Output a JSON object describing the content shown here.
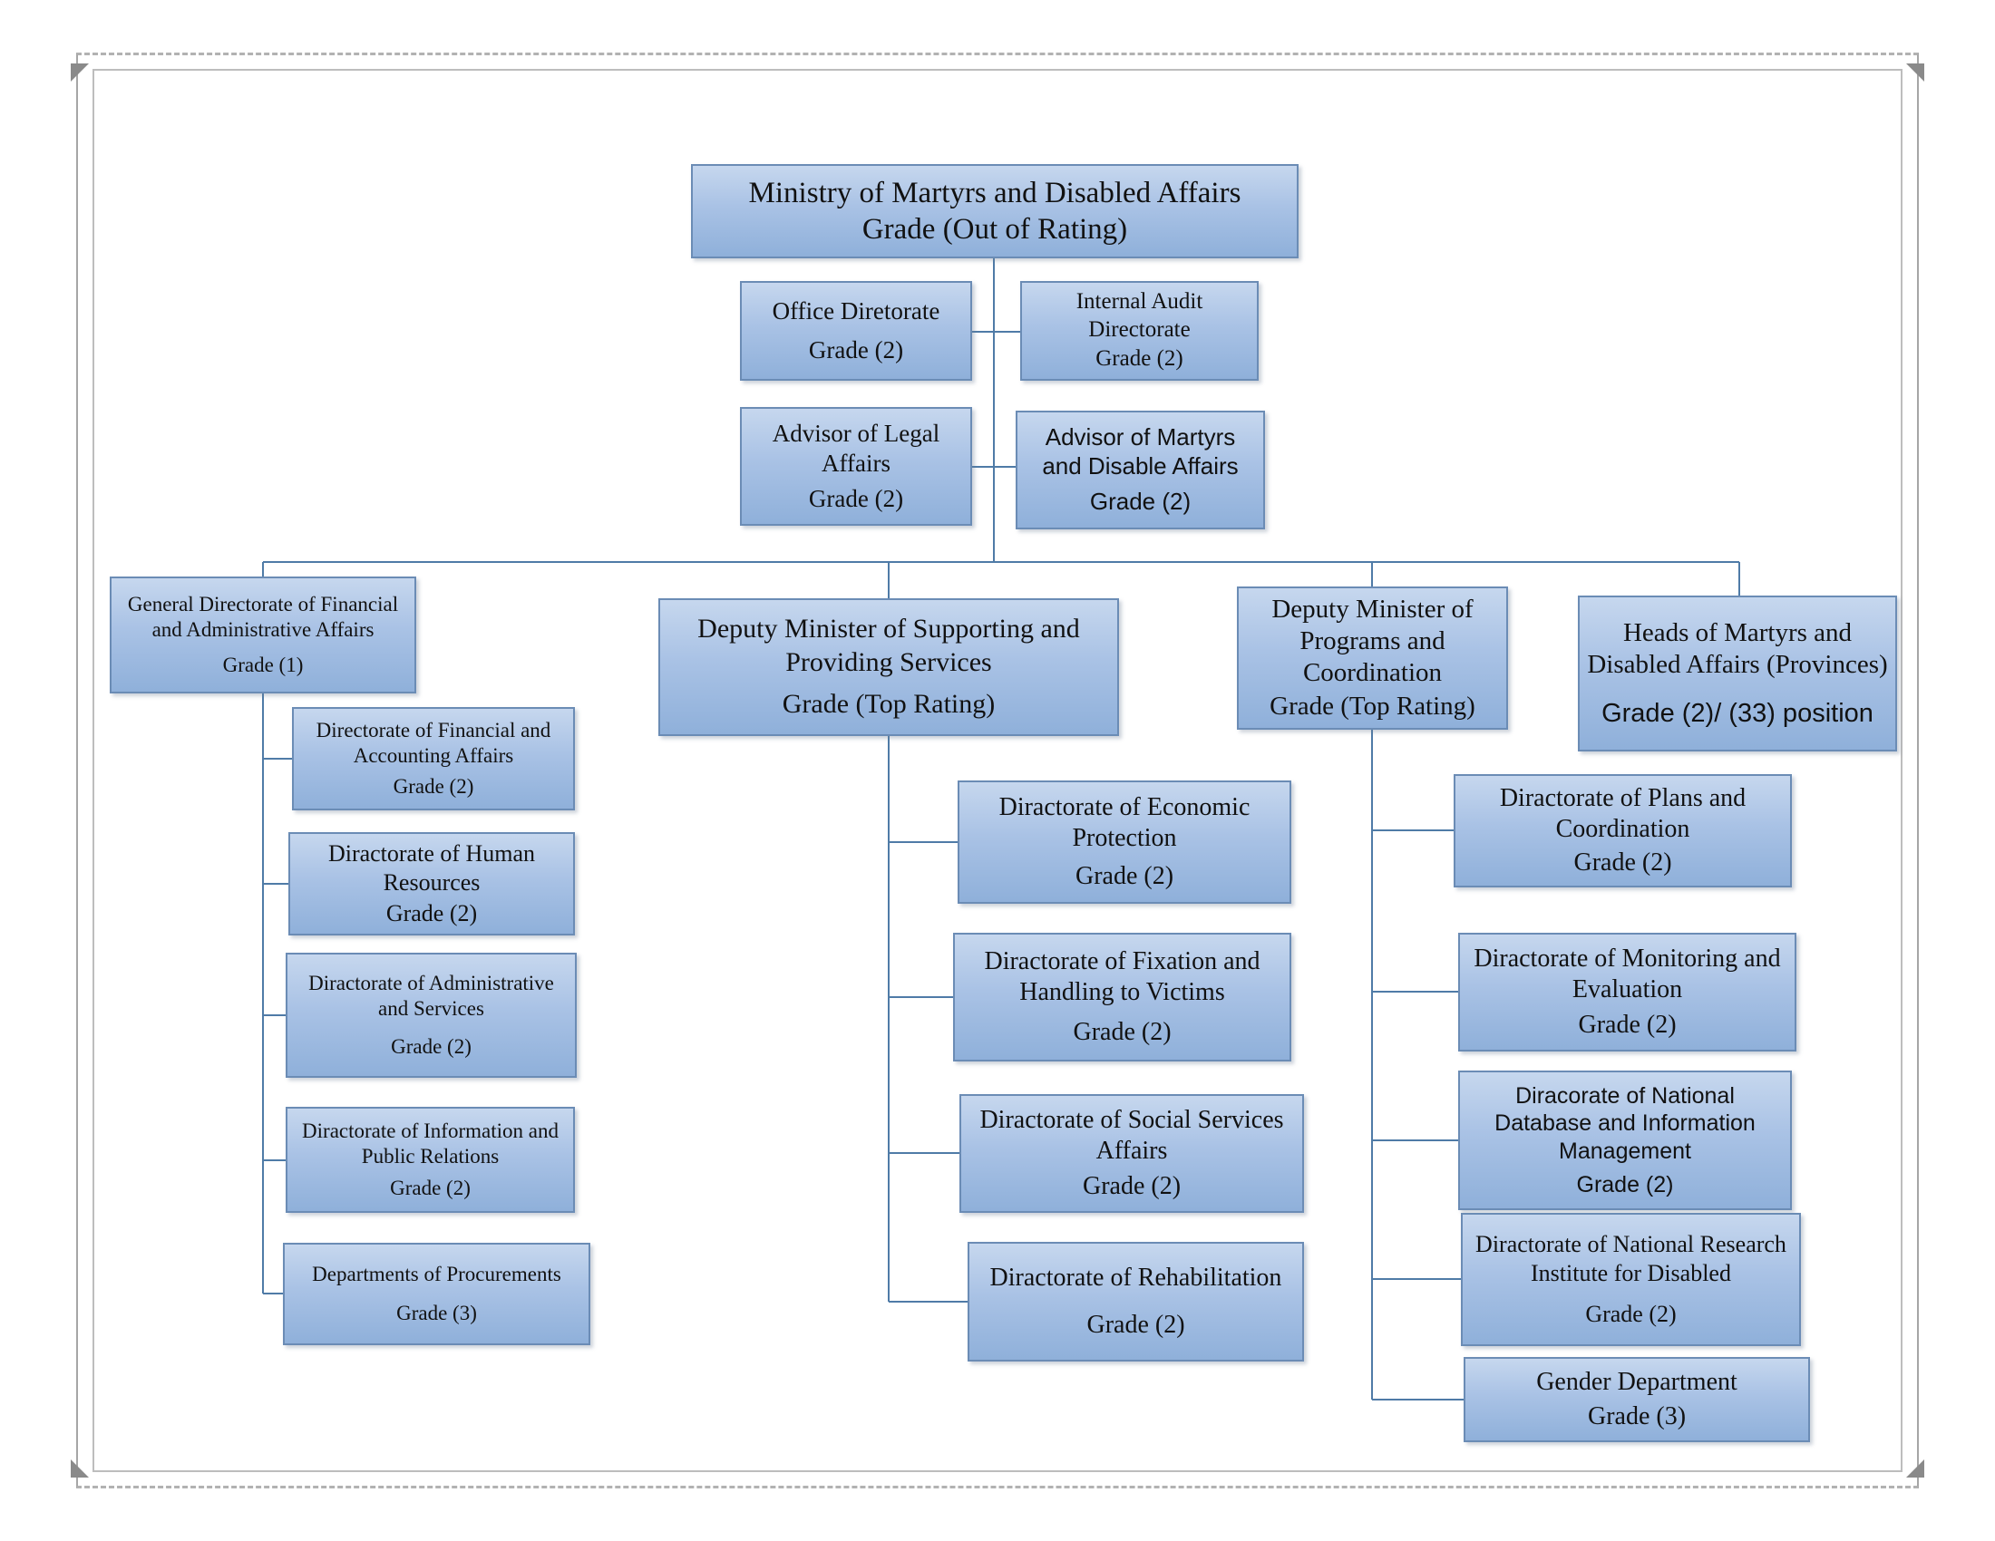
{
  "title": "Ministry of Martyrs and Disabled Affairs organizational chart",
  "colors": {
    "box_fill_top": "#c6d7ee",
    "box_fill_bottom": "#8fb0da",
    "box_border": "#6b8cb5",
    "connector_line": "#4f7ba7",
    "frame_gray": "#a6a6a6",
    "text": "#111111"
  },
  "nodes": {
    "ministry": {
      "name": "Ministry of Martyrs and Disabled Affairs",
      "grade": "Grade (Out of Rating)"
    },
    "office": {
      "name": "Office Diretorate",
      "grade": "Grade (2)"
    },
    "internal_audit": {
      "name": "Internal Audit Directorate",
      "grade": "Grade (2)"
    },
    "advisor_legal": {
      "name": "Advisor of Legal Affairs",
      "grade": "Grade (2)"
    },
    "advisor_martyrs": {
      "name": "Advisor of Martyrs and Disable Affairs",
      "grade": "Grade (2)"
    },
    "gen_dir_financial": {
      "name": "General Directorate of Financial and Administrative Affairs",
      "grade": "Grade (1)"
    },
    "deputy_supporting": {
      "name": "Deputy Minister of Supporting and Providing Services",
      "grade": "Grade (Top Rating)"
    },
    "deputy_programs": {
      "name": "Deputy Minister of Programs and Coordination",
      "grade": "Grade (Top Rating)"
    },
    "heads_provinces": {
      "name": "Heads of Martyrs and Disabled Affairs (Provinces)",
      "grade": "Grade (2)/ (33) position"
    },
    "dir_financial_accounting": {
      "name": "Directorate of Financial and Accounting Affairs",
      "grade": "Grade (2)"
    },
    "dir_human_resources": {
      "name": "Diractorate of Human Resources",
      "grade": "Grade (2)"
    },
    "dir_admin_services": {
      "name": "Diractorate of Administrative and Services",
      "grade": "Grade (2)"
    },
    "dir_information": {
      "name": "Diractorate of Information and Public Relations",
      "grade": "Grade (2)"
    },
    "dept_procurements": {
      "name": "Departments of Procurements",
      "grade": "Grade (3)"
    },
    "dir_economic": {
      "name": "Diractorate of Economic Protection",
      "grade": "Grade (2)"
    },
    "dir_fixation": {
      "name": "Diractorate of Fixation and Handling to Victims",
      "grade": "Grade (2)"
    },
    "dir_social": {
      "name": "Diractorate of Social Services Affairs",
      "grade": "Grade (2)"
    },
    "dir_rehabilitation": {
      "name": "Diractorate of Rehabilitation",
      "grade": "Grade (2)"
    },
    "dir_plans": {
      "name": "Diractorate of Plans and Coordination",
      "grade": "Grade (2)"
    },
    "dir_monitoring": {
      "name": "Diractorate of Monitoring and Evaluation",
      "grade": "Grade (2)"
    },
    "dir_database": {
      "name": "Diracorate of National Database and Information Management",
      "grade": "Grade (2)"
    },
    "dir_research": {
      "name": "Diractorate of National Research Institute for Disabled",
      "grade": "Grade (2)"
    },
    "gender_dept": {
      "name": "Gender Department",
      "grade": "Grade (3)"
    }
  }
}
